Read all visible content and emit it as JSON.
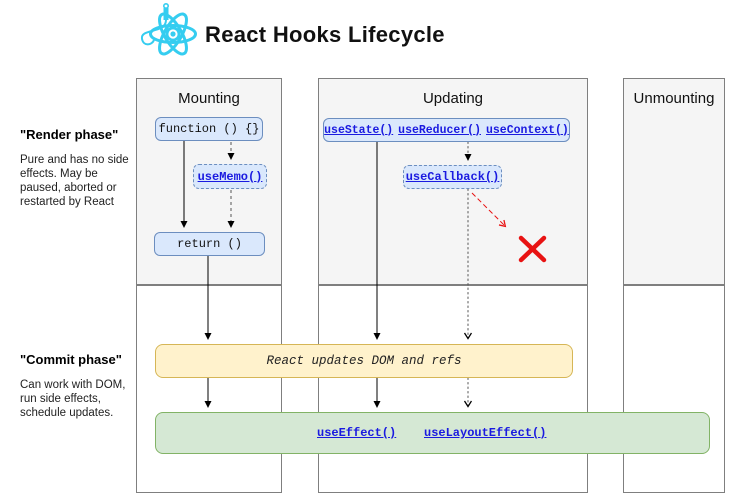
{
  "title": "React Hooks Lifecycle",
  "columns": {
    "mounting": "Mounting",
    "updating": "Updating",
    "unmounting": "Unmounting"
  },
  "render_phase": {
    "title": "\"Render phase\"",
    "description": "Pure and has no side effects. May be paused, aborted or restarted by React"
  },
  "commit_phase": {
    "title": "\"Commit phase\"",
    "description": "Can work with DOM, run side effects, schedule updates."
  },
  "nodes": {
    "function_component": "function () {}",
    "use_memo": "useMemo()",
    "return_fn": "return ()",
    "use_state": "useState()",
    "use_reducer": "useReducer()",
    "use_context": "useContext()",
    "use_callback": "useCallback()",
    "dom_update": "React updates DOM and refs",
    "use_effect": "useEffect()",
    "use_layout_effect": "useLayoutEffect()"
  },
  "icons": {
    "react_logo": "react-atom-with-hook-icon",
    "discard": "red-x-icon"
  },
  "colors": {
    "logo_cyan": "#35cdf0",
    "node_fill": "#dae8fc",
    "node_border": "#6c8ebf",
    "dom_fill": "#fff2cc",
    "dom_border": "#d6b656",
    "effects_fill": "#d5e8d4",
    "effects_border": "#82b366",
    "column_fill": "#f5f5f5",
    "column_border": "#7f7f7f",
    "link_blue": "#1a1ae0",
    "error_red": "#e81313"
  }
}
